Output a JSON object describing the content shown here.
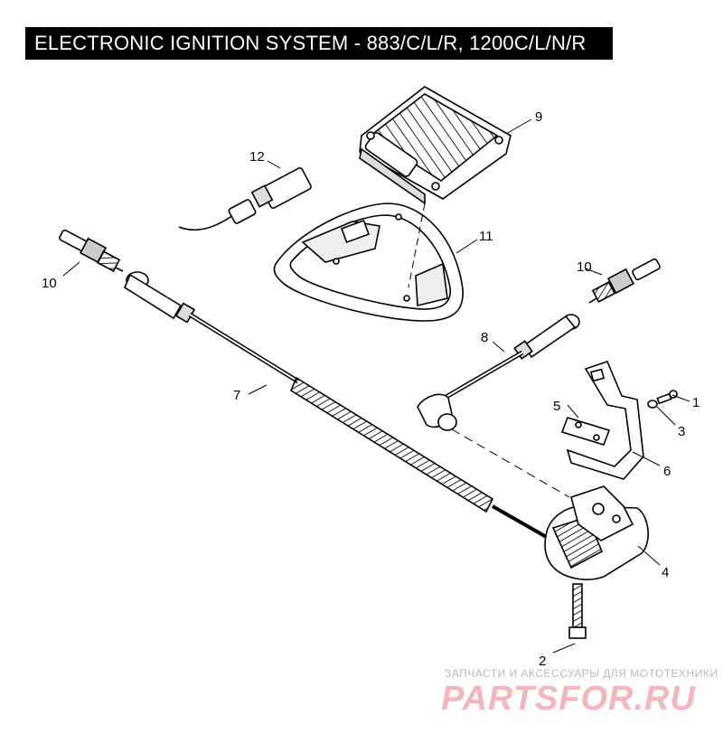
{
  "title": "ELECTRONIC IGNITION SYSTEM - 883/C/L/R, 1200C/L/N/R",
  "callouts": {
    "c1": "1",
    "c2": "2",
    "c3": "3",
    "c4": "4",
    "c5": "5",
    "c6": "6",
    "c7": "7",
    "c8": "8",
    "c9": "9",
    "c10a": "10",
    "c10b": "10",
    "c11": "11",
    "c12": "12"
  },
  "watermark": {
    "tagline": "ЗАПЧАСТИ И АКСЕССУАРЫ ДЛЯ МОТОТЕХНИКИ",
    "brand": "PARTSFOR.RU"
  }
}
